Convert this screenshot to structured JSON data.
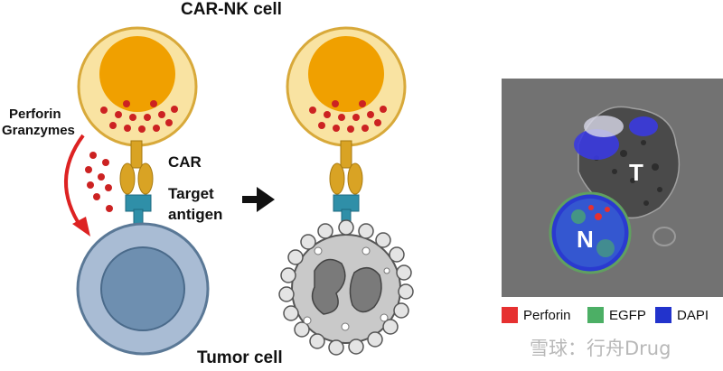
{
  "labels": {
    "title": "CAR-NK cell",
    "perforin": "Perforin",
    "granzymes": "Granzymes",
    "car": "CAR",
    "target_line1": "Target",
    "target_line2": "antigen",
    "tumor": "Tumor cell"
  },
  "micrograph": {
    "label_t": "T",
    "label_n": "N"
  },
  "legend": [
    {
      "label": "Perforin",
      "color": "#e63030"
    },
    {
      "label": "EGFP",
      "color": "#4caf65"
    },
    {
      "label": "DAPI",
      "color": "#2233cc"
    }
  ],
  "watermark": "雪球：行舟Drug",
  "colors": {
    "nk_cell": "#f9e3a2",
    "nk_nucleus": "#f0a000",
    "granule": "#cc2222",
    "receptor": "#d9a324",
    "antigen": "#2f8fa8",
    "tumor_cell": "#a9bcd4",
    "tumor_nucleus": "#6e8fb0",
    "dead_cell": "#c9c9c9"
  }
}
